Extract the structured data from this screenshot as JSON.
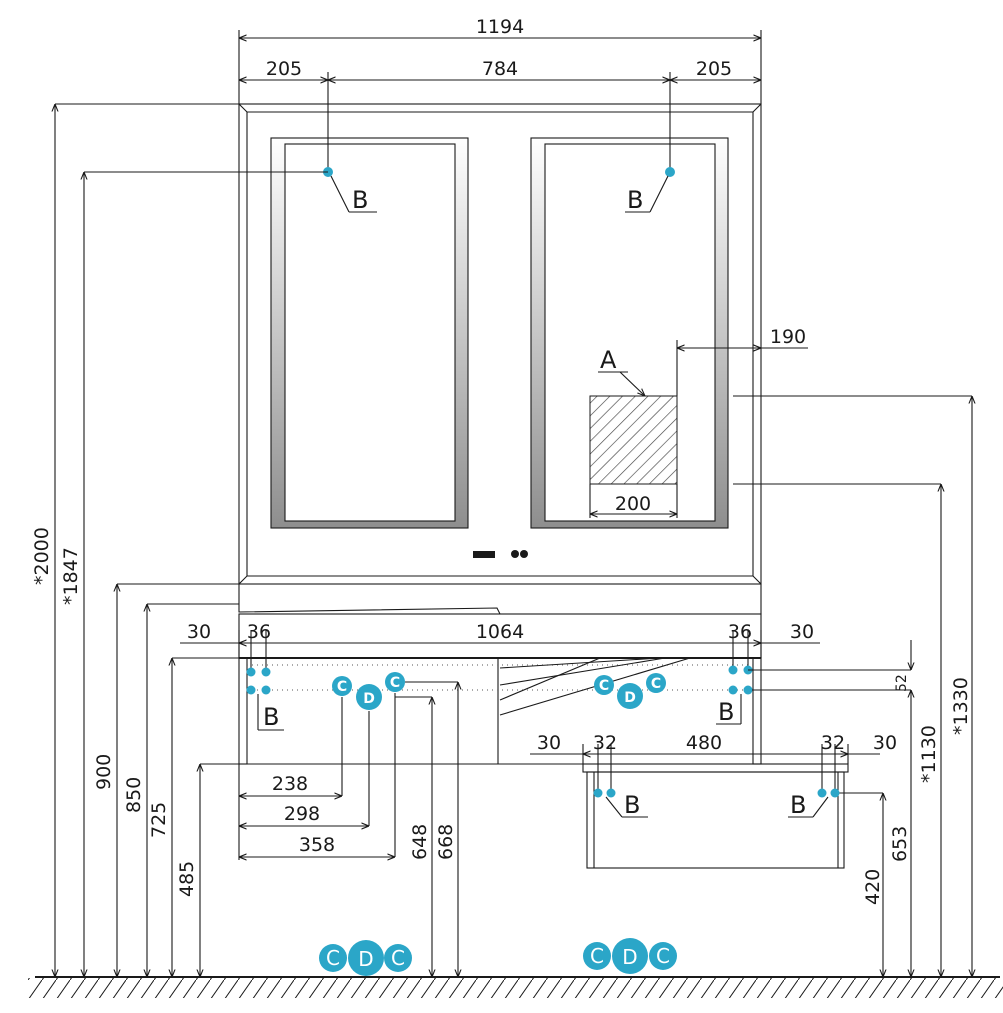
{
  "dims": {
    "top_total": "1194",
    "top_left": "205",
    "top_mid": "784",
    "top_right": "205",
    "h_2000": "*2000",
    "h_1847": "*1847",
    "h_900": "900",
    "h_850": "850",
    "h_725": "725",
    "h_485": "485",
    "cab_left_30": "30",
    "cab_left_36": "36",
    "cab_mid_1064": "1064",
    "cab_right_36": "36",
    "cab_right_30": "30",
    "d_238": "238",
    "d_298": "298",
    "d_358": "358",
    "d_648": "648",
    "d_668": "668",
    "d_200": "200",
    "d_190": "190",
    "d_52": "52",
    "d_1130": "*1130",
    "d_1330": "*1330",
    "d_653": "653",
    "d_420": "420",
    "sc_30a": "30",
    "sc_32a": "32",
    "sc_480": "480",
    "sc_32b": "32",
    "sc_30b": "30"
  },
  "labels": {
    "a": "A",
    "b": "B",
    "c": "C",
    "d": "D"
  },
  "colors": {
    "accent": "#2ba6c8",
    "line": "#1a1a1a"
  }
}
